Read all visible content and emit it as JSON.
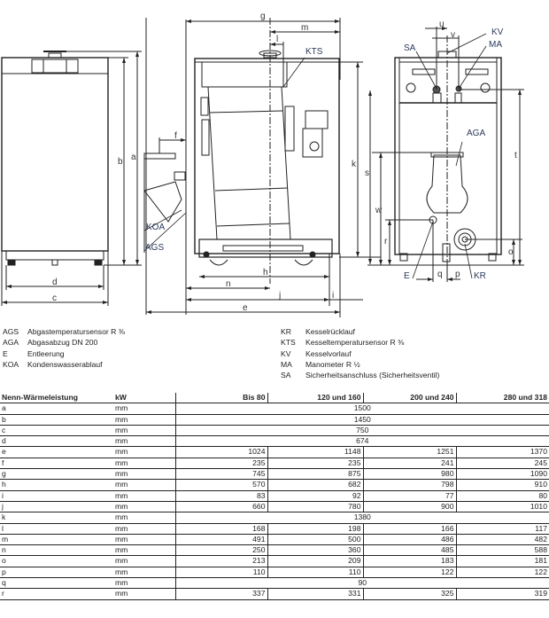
{
  "drawing": {
    "dimension_labels": [
      "a",
      "b",
      "c",
      "d",
      "e",
      "f",
      "g",
      "h",
      "i",
      "j",
      "k",
      "l",
      "m",
      "n",
      "o",
      "p",
      "q",
      "r",
      "s",
      "t",
      "u",
      "v",
      "w"
    ],
    "callouts": {
      "kts": "KTS",
      "koa": "KOA",
      "ags": "AGS",
      "sa": "SA",
      "kv": "KV",
      "ma": "MA",
      "aga": "AGA",
      "e": "E",
      "kr": "KR"
    },
    "dims": {
      "a": "a",
      "b": "b",
      "c": "c",
      "d": "d",
      "e": "e",
      "f": "f",
      "g": "g",
      "h": "h",
      "i": "i",
      "j": "j",
      "k": "k",
      "l": "l",
      "m": "m",
      "n": "n",
      "o": "o",
      "p": "p",
      "q": "q",
      "r": "r",
      "s": "s",
      "t": "t",
      "u": "u",
      "v": "v",
      "w": "w"
    }
  },
  "legend": {
    "left": [
      {
        "code": "AGS",
        "text": "Abgastemperatursensor R ⅜"
      },
      {
        "code": "AGA",
        "text": "Abgasabzug DN 200"
      },
      {
        "code": "E",
        "text": "Entleerung"
      },
      {
        "code": "KOA",
        "text": "Kondenswasserablauf"
      }
    ],
    "right": [
      {
        "code": "KR",
        "text": "Kesselrücklauf"
      },
      {
        "code": "KTS",
        "text": "Kesseltemperatursensor R ⅜"
      },
      {
        "code": "KV",
        "text": "Kesselvorlauf"
      },
      {
        "code": "MA",
        "text": "Manometer R ½"
      },
      {
        "code": "SA",
        "text": "Sicherheitsanschluss (Sicherheitsventil)"
      }
    ]
  },
  "table": {
    "header": {
      "label": "Nenn-Wärmeleistung",
      "unit": "kW",
      "columns": [
        "Bis 80",
        "120 und 160",
        "200 und 240",
        "280 und 318"
      ]
    },
    "rows": [
      {
        "dim": "a",
        "unit": "mm",
        "span": "1500"
      },
      {
        "dim": "b",
        "unit": "mm",
        "span": "1450"
      },
      {
        "dim": "c",
        "unit": "mm",
        "span": "750"
      },
      {
        "dim": "d",
        "unit": "mm",
        "span": "674"
      },
      {
        "dim": "e",
        "unit": "mm",
        "values": [
          "1024",
          "1148",
          "1251",
          "1370"
        ]
      },
      {
        "dim": "f",
        "unit": "mm",
        "values": [
          "235",
          "235",
          "241",
          "245"
        ]
      },
      {
        "dim": "g",
        "unit": "mm",
        "values": [
          "745",
          "875",
          "980",
          "1090"
        ]
      },
      {
        "dim": "h",
        "unit": "mm",
        "values": [
          "570",
          "682",
          "798",
          "910"
        ]
      },
      {
        "dim": "i",
        "unit": "mm",
        "values": [
          "83",
          "92",
          "77",
          "80"
        ]
      },
      {
        "dim": "j",
        "unit": "mm",
        "values": [
          "660",
          "780",
          "900",
          "1010"
        ]
      },
      {
        "dim": "k",
        "unit": "mm",
        "span": "1380"
      },
      {
        "dim": "l",
        "unit": "mm",
        "values": [
          "168",
          "198",
          "166",
          "117"
        ]
      },
      {
        "dim": "m",
        "unit": "mm",
        "values": [
          "491",
          "500",
          "486",
          "482"
        ]
      },
      {
        "dim": "n",
        "unit": "mm",
        "values": [
          "250",
          "360",
          "485",
          "588"
        ]
      },
      {
        "dim": "o",
        "unit": "mm",
        "values": [
          "213",
          "209",
          "183",
          "181"
        ]
      },
      {
        "dim": "p",
        "unit": "mm",
        "values": [
          "110",
          "110",
          "122",
          "122"
        ]
      },
      {
        "dim": "q",
        "unit": "mm",
        "span": "90"
      },
      {
        "dim": "r",
        "unit": "mm",
        "values": [
          "337",
          "331",
          "325",
          "319"
        ]
      }
    ]
  }
}
